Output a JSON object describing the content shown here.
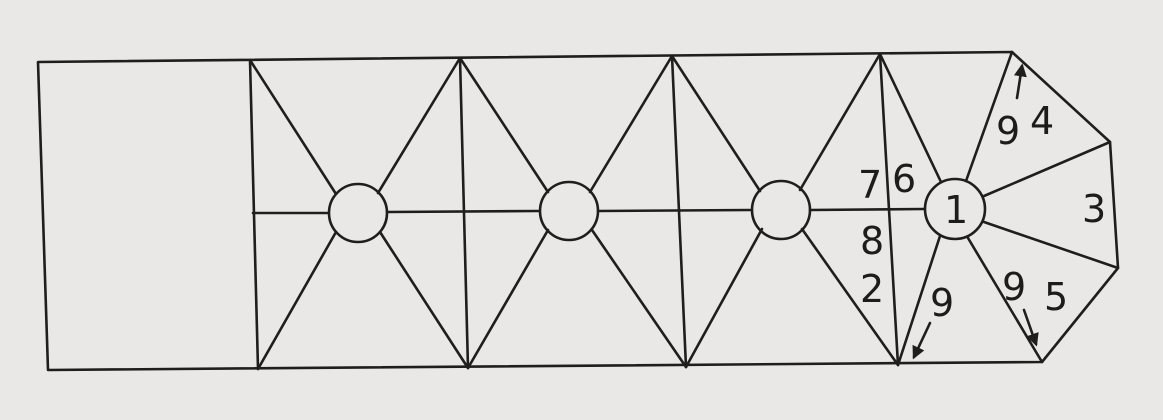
{
  "diagram": {
    "circle_1_label": "1",
    "sector_labels": {
      "seven": "7",
      "six": "6",
      "eight": "8",
      "two": "2",
      "nine_lower": "9",
      "nine_top": "9",
      "four": "4",
      "three": "3",
      "nine_right": "9",
      "five": "5"
    }
  }
}
